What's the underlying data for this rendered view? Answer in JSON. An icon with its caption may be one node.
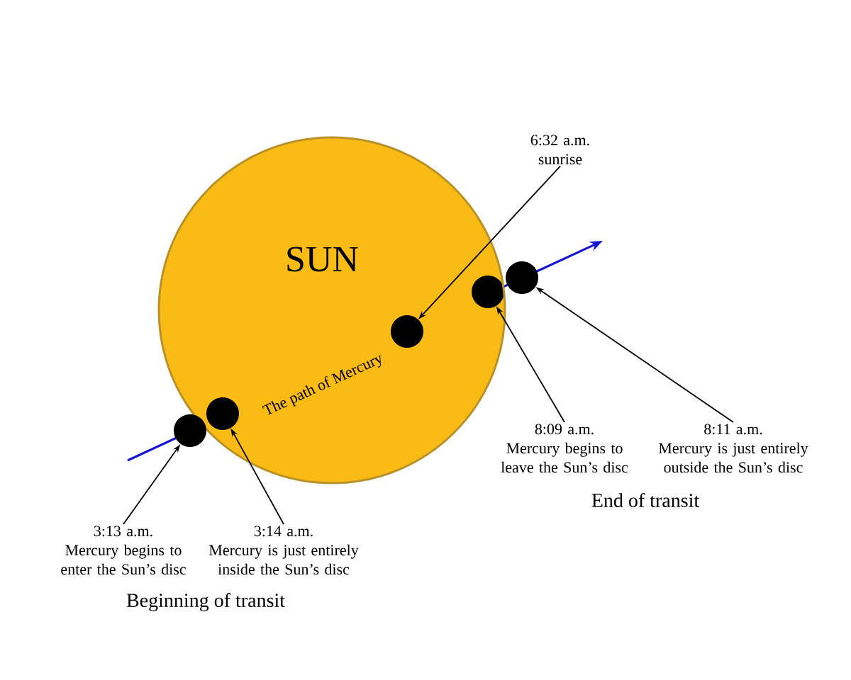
{
  "diagram": {
    "nodes": [
      {
        "text": [
          "SUN"
        ]
      },
      {
        "text": [],
        "shape": "circle"
      },
      {
        "text": [],
        "shape": "circle",
        "in": 0
      },
      {
        "text": [],
        "shape": "circle",
        "in": 0
      },
      {
        "text": [],
        "shape": "circle",
        "in": 0
      },
      {
        "text": [],
        "shape": "circle"
      },
      {
        "text": [
          "6:32 a.m.",
          "sunrise"
        ]
      },
      {
        "text": [
          "3:13 a.m.",
          "Mercury begins to enter the Sun’s disc"
        ]
      },
      {
        "text": [
          "3:14 a.m.",
          "Mercury is just entirely inside the Sun’s disc"
        ]
      },
      {
        "text": [
          "8:09 a.m.",
          "Mercury begins to leave the Sun’s disc"
        ]
      },
      {
        "text": [
          "8:11 a.m.",
          "Mercury is just entirely outside the Sun’s disc"
        ]
      }
    ],
    "edges": [
      {
        "from": 6,
        "to": 3,
        "arrow": "to"
      },
      {
        "from": 7,
        "to": 1,
        "arrow": "to"
      },
      {
        "from": 8,
        "to": 2,
        "arrow": "to"
      },
      {
        "from": 9,
        "to": 4,
        "arrow": "to"
      },
      {
        "from": 10,
        "to": 5,
        "arrow": "to"
      }
    ],
    "labels": [
      "The path of Mercury",
      "Beginning of transit",
      "End of transit"
    ]
  }
}
